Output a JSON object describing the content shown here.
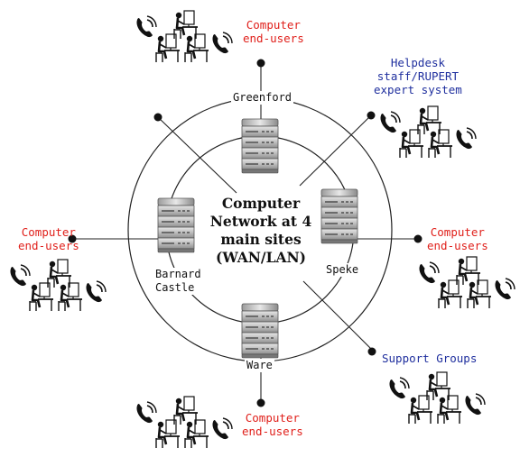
{
  "center": {
    "line1": "Computer",
    "line2": "Network at 4",
    "line3": "main sites",
    "line4": "(WAN/LAN)"
  },
  "sites": {
    "top": "Greenford",
    "left_line1": "Barnard",
    "left_line2": "Castle",
    "right": "Speke",
    "bottom": "Ware"
  },
  "groups": {
    "top": {
      "line1": "Computer",
      "line2": "end-users"
    },
    "top_right": {
      "line1": "Helpdesk",
      "line2": "staff/RUPERT",
      "line3": "expert system"
    },
    "left": {
      "line1": "Computer",
      "line2": "end-users"
    },
    "right": {
      "line1": "Computer",
      "line2": "end-users"
    },
    "bottom_right": {
      "line1": "Support Groups"
    },
    "bottom": {
      "line1": "Computer",
      "line2": "end-users"
    }
  },
  "colors": {
    "end_user_label": "#e0201b",
    "staff_label": "#1f2f9e",
    "server_face": "#c9c9c9",
    "lines": "#222222"
  },
  "icons": [
    "telephone-icon",
    "person-at-desk-icon",
    "server-rack-icon"
  ]
}
